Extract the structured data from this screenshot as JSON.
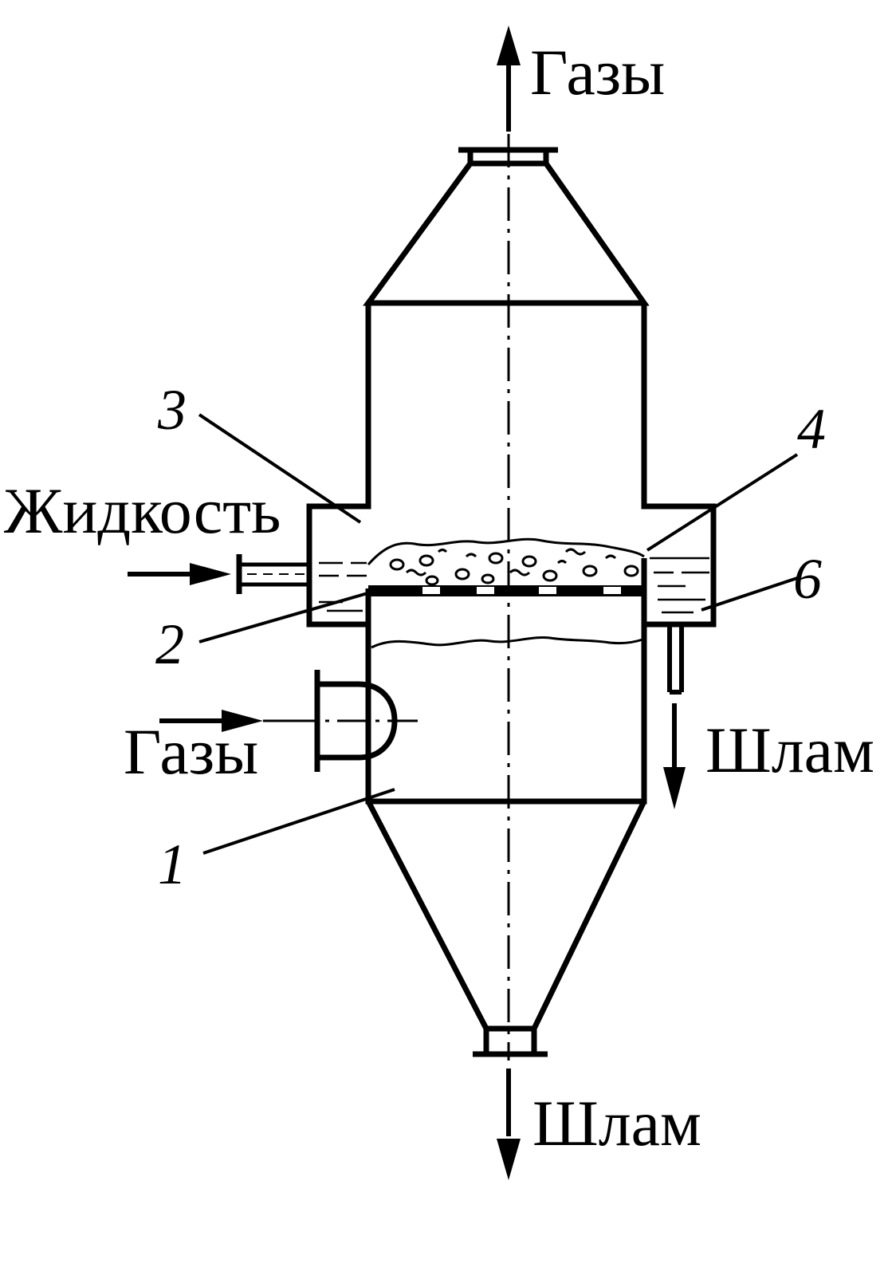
{
  "labels": {
    "gas_out": "Газы",
    "gas_in": "Газы",
    "liquid_in": "Жидкость",
    "sludge_side": "Шлам",
    "sludge_bottom": "Шлам"
  },
  "callouts": {
    "c1": "1",
    "c2": "2",
    "c3": "3",
    "c4": "4",
    "c6": "6"
  },
  "colors": {
    "stroke": "#000000",
    "background": "#ffffff"
  }
}
